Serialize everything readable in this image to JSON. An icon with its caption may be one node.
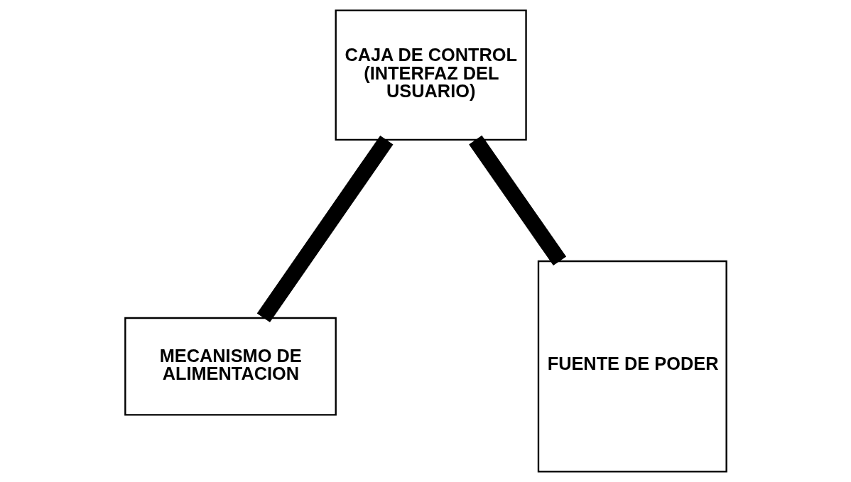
{
  "diagram": {
    "nodes": [
      {
        "text": [
          "CAJA DE CONTROL (INTERFAZ DEL USUARIO)"
        ]
      },
      {
        "text": [
          "FUENTE DE PODER"
        ]
      },
      {
        "text": [
          "MECANISMO DE ALIMENTACION"
        ]
      }
    ],
    "edges": [
      {
        "from": 1,
        "to": 0,
        "arrow": "none"
      },
      {
        "from": 0,
        "to": 2,
        "arrow": "none"
      }
    ]
  }
}
